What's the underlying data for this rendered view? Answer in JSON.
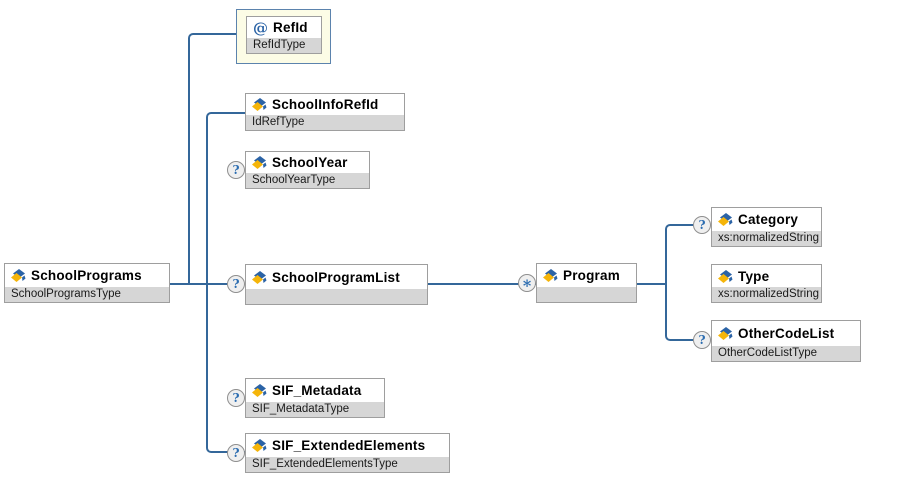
{
  "diagram": {
    "kind": "xml-schema-diagram",
    "colors": {
      "connector_line": "#34679A",
      "node_border": "#9E9E9E",
      "type_band": "#D6D6D6",
      "attribute_container_bg": "#FCFCE6",
      "attribute_container_border": "#5B83AD",
      "indicator_glyph": "#2B6CB0",
      "icon_blue": "#2B63A6",
      "icon_yellow": "#F5B50A"
    },
    "indicators": {
      "optional": "?",
      "repeating": "*"
    },
    "nodes": {
      "school_programs": {
        "title": "SchoolPrograms",
        "type": "SchoolProgramsType"
      },
      "refid": {
        "title": "RefId",
        "type": "RefIdType",
        "attribute_glyph": "@"
      },
      "school_info_refid": {
        "title": "SchoolInfoRefId",
        "type": "IdRefType"
      },
      "school_year": {
        "title": "SchoolYear",
        "type": "SchoolYearType",
        "occurrence": "?"
      },
      "school_program_list": {
        "title": "SchoolProgramList",
        "type": "",
        "occurrence": "?"
      },
      "program": {
        "title": "Program",
        "type": "",
        "occurrence": "*"
      },
      "category": {
        "title": "Category",
        "type": "xs:normalizedString",
        "occurrence": "?"
      },
      "type": {
        "title": "Type",
        "type": "xs:normalizedString"
      },
      "other_code_list": {
        "title": "OtherCodeList",
        "type": "OtherCodeListType",
        "occurrence": "?"
      },
      "sif_metadata": {
        "title": "SIF_Metadata",
        "type": "SIF_MetadataType",
        "occurrence": "?"
      },
      "sif_extended_elements": {
        "title": "SIF_ExtendedElements",
        "type": "SIF_ExtendedElementsType",
        "occurrence": "?"
      }
    }
  }
}
